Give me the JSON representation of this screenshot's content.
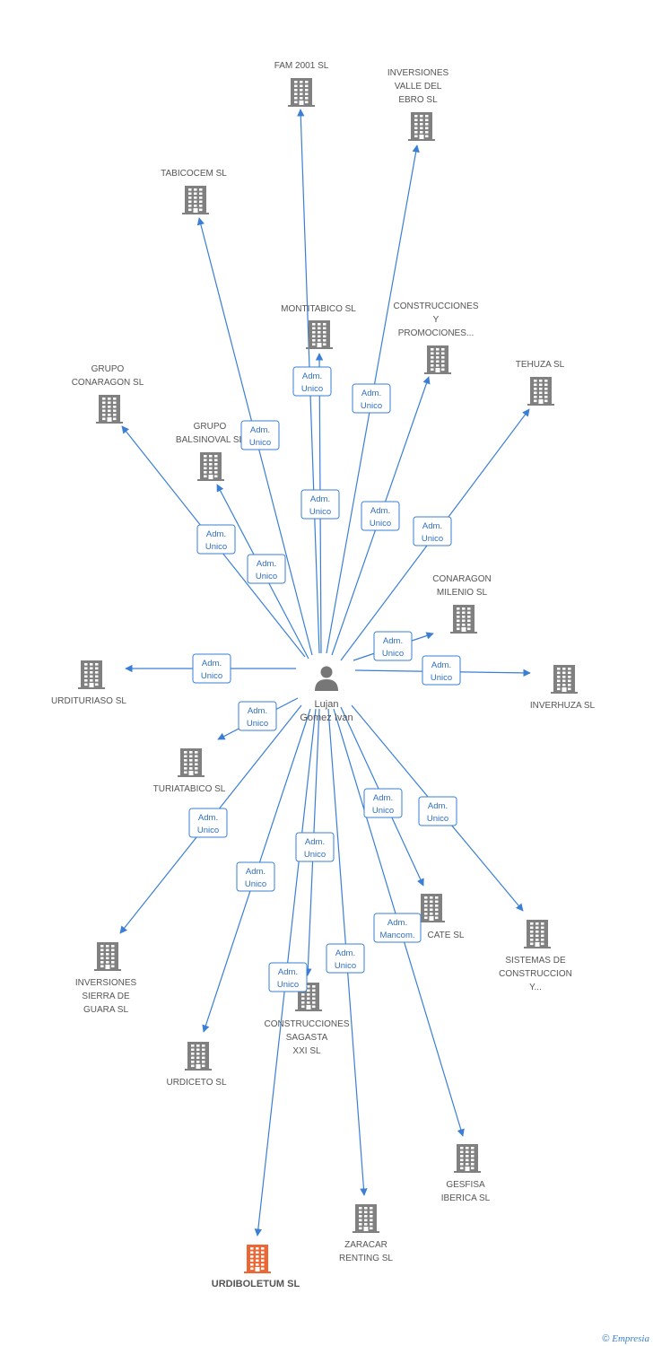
{
  "person": {
    "name_lines": [
      "Lujan",
      "Gomez Ivan"
    ]
  },
  "colors": {
    "edge": "#3a7fd5",
    "building": "#808080",
    "target_building": "#ee6633"
  },
  "nodes": [
    {
      "id": "fam2001",
      "lines": [
        "FAM 2001 SL"
      ]
    },
    {
      "id": "valle",
      "lines": [
        "INVERSIONES",
        "VALLE DEL",
        "EBRO SL"
      ]
    },
    {
      "id": "tabicocem",
      "lines": [
        "TABICOCEM SL"
      ]
    },
    {
      "id": "montitabico",
      "lines": [
        "MONTITABICO SL"
      ]
    },
    {
      "id": "construcciones",
      "lines": [
        "CONSTRUCCIONES",
        "Y",
        "PROMOCIONES..."
      ]
    },
    {
      "id": "tehuza",
      "lines": [
        "TEHUZA SL"
      ]
    },
    {
      "id": "conaragon",
      "lines": [
        "GRUPO",
        "CONARAGON SL"
      ]
    },
    {
      "id": "balsinoval",
      "lines": [
        "GRUPO",
        "BALSINOVAL SL"
      ]
    },
    {
      "id": "conaragonmilenio",
      "lines": [
        "CONARAGON",
        "MILENIO SL"
      ]
    },
    {
      "id": "urdituriaso",
      "lines": [
        "URDITURIASO SL"
      ]
    },
    {
      "id": "inverhuza",
      "lines": [
        "INVERHUZA SL"
      ]
    },
    {
      "id": "turiatabico",
      "lines": [
        "TURIATABICO SL"
      ]
    },
    {
      "id": "sierraguara",
      "lines": [
        "INVERSIONES",
        "SIERRA DE",
        "GUARA SL"
      ]
    },
    {
      "id": "cate",
      "lines": [
        "CATE SL"
      ]
    },
    {
      "id": "sistemas",
      "lines": [
        "SISTEMAS DE",
        "CONSTRUCCION",
        "Y..."
      ]
    },
    {
      "id": "sagasta",
      "lines": [
        "CONSTRUCCIONES",
        "SAGASTA",
        "XXI SL"
      ]
    },
    {
      "id": "urdiceto",
      "lines": [
        "URDICETO SL"
      ]
    },
    {
      "id": "gesfisa",
      "lines": [
        "GESFISA",
        "IBERICA SL"
      ]
    },
    {
      "id": "zaracar",
      "lines": [
        "ZARACAR",
        "RENTING SL"
      ]
    },
    {
      "id": "urdiboletum",
      "lines": [
        "URDIBOLETUM SL"
      ],
      "highlight": true
    }
  ],
  "edges": [
    {
      "to": "fam2001",
      "lines": [
        "Adm.",
        "Unico"
      ]
    },
    {
      "to": "valle",
      "lines": [
        "Adm.",
        "Unico"
      ]
    },
    {
      "to": "tabicocem",
      "lines": [
        "Adm.",
        "Unico"
      ]
    },
    {
      "to": "montitabico",
      "lines": [
        "Adm.",
        "Unico"
      ]
    },
    {
      "to": "construcciones",
      "lines": [
        "Adm.",
        "Unico"
      ]
    },
    {
      "to": "tehuza",
      "lines": [
        "Adm.",
        "Unico"
      ]
    },
    {
      "to": "conaragon",
      "lines": [
        "Adm.",
        "Unico"
      ]
    },
    {
      "to": "balsinoval",
      "lines": [
        "Adm.",
        "Unico"
      ]
    },
    {
      "to": "conaragonmilenio",
      "lines": [
        "Adm.",
        "Unico"
      ]
    },
    {
      "to": "urdituriaso",
      "lines": [
        "Adm.",
        "Unico"
      ]
    },
    {
      "to": "inverhuza",
      "lines": [
        "Adm.",
        "Unico"
      ]
    },
    {
      "to": "turiatabico",
      "lines": [
        "Adm.",
        "Unico"
      ]
    },
    {
      "to": "sierraguara",
      "lines": [
        "Adm.",
        "Unico"
      ]
    },
    {
      "to": "cate",
      "lines": [
        "Adm.",
        "Unico"
      ]
    },
    {
      "to": "sistemas",
      "lines": [
        "Adm.",
        "Unico"
      ]
    },
    {
      "to": "sagasta",
      "lines": [
        "Adm.",
        "Unico"
      ]
    },
    {
      "to": "urdiceto",
      "lines": [
        "Adm.",
        "Unico"
      ]
    },
    {
      "to": "gesfisa",
      "lines": [
        "Adm.",
        "Mancom."
      ]
    },
    {
      "to": "zaracar",
      "lines": [
        "Adm.",
        "Unico"
      ]
    },
    {
      "to": "urdiboletum",
      "lines": [
        "Adm.",
        "Unico"
      ]
    }
  ],
  "footer": {
    "copyright_symbol": "©",
    "brand": "Empresia"
  }
}
